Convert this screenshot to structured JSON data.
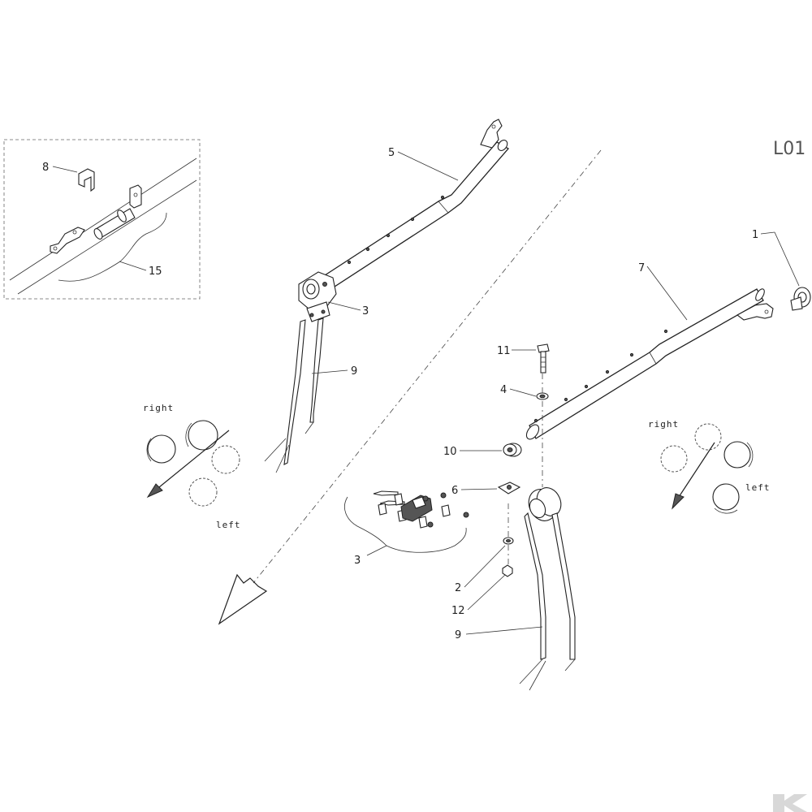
{
  "sheet": {
    "code": "L01"
  },
  "callouts": {
    "c1": "1",
    "c2": "2",
    "c3_upper": "3",
    "c3_lower": "3",
    "c4": "4",
    "c5": "5",
    "c6": "6",
    "c7": "7",
    "c8": "8",
    "c9_upper": "9",
    "c9_lower": "9",
    "c10": "10",
    "c11": "11",
    "c12": "12",
    "c15": "15"
  },
  "rotation_left_diagram": {
    "right_label": "right",
    "left_label": "left"
  },
  "rotation_right_diagram": {
    "right_label": "right",
    "left_label": "left"
  },
  "icons": {
    "brand": "brand-logo-icon"
  },
  "colors": {
    "line": "#222222",
    "background": "#ffffff",
    "logo": "#d8d8d8"
  }
}
